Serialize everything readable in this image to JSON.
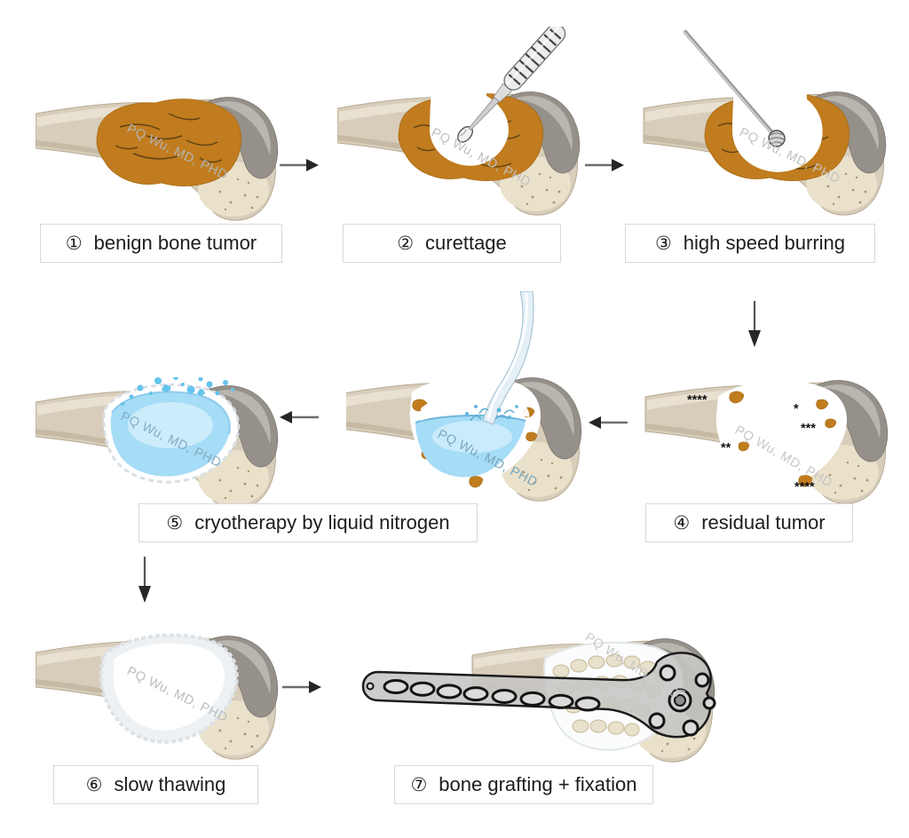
{
  "watermark": "PQ Wu, MD, PHD",
  "steps": {
    "s1": {
      "number": "①",
      "label": "benign bone tumor"
    },
    "s2": {
      "number": "②",
      "label": "curettage"
    },
    "s3": {
      "number": "③",
      "label": "high speed burring"
    },
    "s4": {
      "number": "④",
      "label": "residual tumor"
    },
    "s5": {
      "number": "⑤",
      "label": "cryotherapy by liquid nitrogen"
    },
    "s6": {
      "number": "⑥",
      "label": "slow thawing"
    },
    "s7": {
      "number": "⑦",
      "label": "bone grafting + fixation"
    }
  },
  "annotations": {
    "residual_asterisks": [
      "****",
      "*",
      "***",
      "**",
      "****"
    ]
  },
  "colors": {
    "tumor_orange": "#c07c1e",
    "bone_shaft": "#d8cdba",
    "cartilage_cap": "#95908a",
    "liquid_nitrogen_blue": "#a5dcf6",
    "frost_white": "#eef1f3",
    "plate_gray": "#c6c5c3",
    "arrow_dark": "#2a2a2a"
  }
}
